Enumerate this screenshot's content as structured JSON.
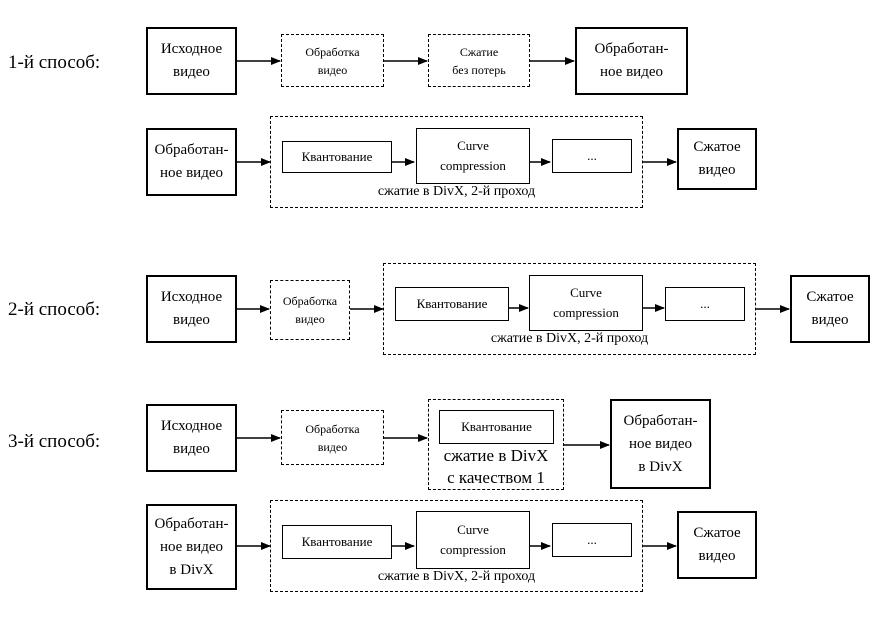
{
  "methods": {
    "m1": "1-й способ:",
    "m2": "2-й способ:",
    "m3": "3-й способ:"
  },
  "nodes": {
    "source_video": "Исходное\nвидео",
    "processing": "Обработка\nвидео",
    "lossless": "Сжатие\nбез потерь",
    "processed_video": "Обработан-\nное видео",
    "processed_video_divx": "Обработан-\nное видео\nв DivX",
    "quantization": "Квантование",
    "curve": "Curve\ncompression",
    "ellipsis": "...",
    "compressed_video": "Сжатое\nвидео"
  },
  "captions": {
    "divx_pass2": "сжатие в DivX, 2-й проход",
    "divx_quality1": "сжатие в DivX\nс качеством 1"
  }
}
